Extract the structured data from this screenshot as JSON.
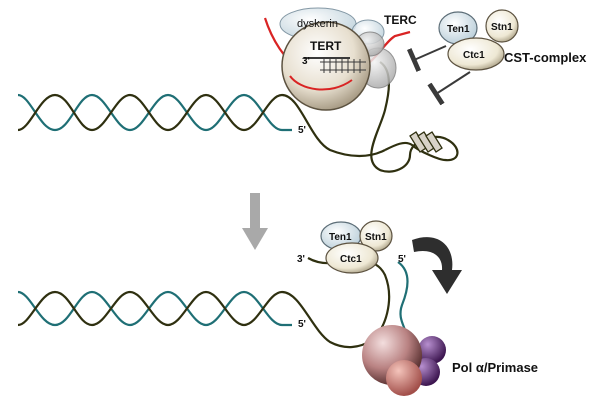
{
  "labels": {
    "dyskerin": "dyskerin",
    "terc": "TERC",
    "tert": "TERT",
    "three_prime": "3'",
    "five_prime": "5'",
    "ten1": "Ten1",
    "stn1": "Stn1",
    "ctc1": "Ctc1",
    "cst_complex": "CST-complex",
    "pol_primase": "Pol α/Primase"
  },
  "colors": {
    "strand_dark": "#2f3010",
    "strand_teal": "#1f6f75",
    "terc_red": "#d92424",
    "arrow_gray": "#a9a9a9",
    "inhibit": "#3a3a3a",
    "pol_pink": "#b57a7a",
    "pol_purple": "#5b2a6e"
  }
}
